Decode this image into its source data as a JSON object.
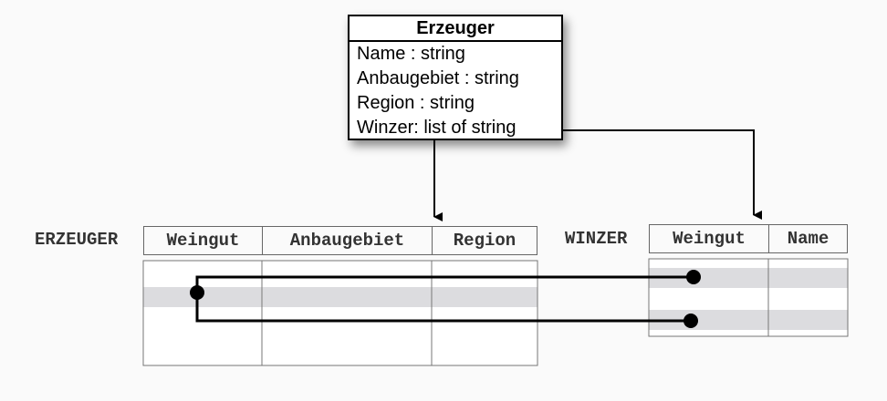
{
  "uml_class": {
    "title": "Erzeuger",
    "attributes": [
      "Name : string",
      "Anbaugebiet : string",
      "Region : string",
      "Winzer: list of string"
    ]
  },
  "tables": {
    "erzeuger": {
      "name": "ERZEUGER",
      "columns": [
        "Weingut",
        "Anbaugebiet",
        "Region"
      ]
    },
    "winzer": {
      "name": "WINZER",
      "columns": [
        "Weingut",
        "Name"
      ]
    }
  },
  "colors": {
    "background": "#fafafa",
    "row_highlight": "#dcdcdf",
    "lines": "#000000",
    "table_border": "#666666"
  }
}
